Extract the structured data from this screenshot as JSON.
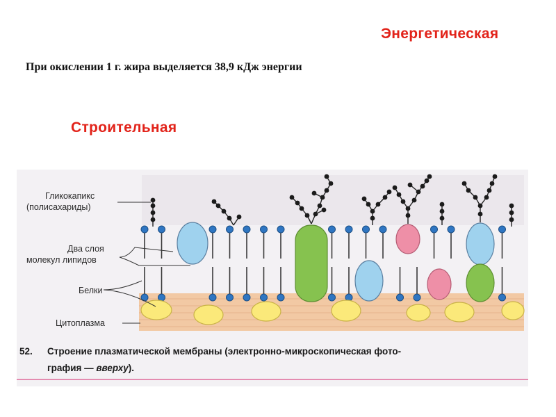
{
  "headings": {
    "energy": "Энергетическая",
    "building": "Строительная"
  },
  "fact": "При окислении 1 г. жира выделяется 38,9 кДж энергии",
  "figure": {
    "labels": {
      "glycocalyx_1": "Гликокапикс",
      "glycocalyx_2": "(полисахариды)",
      "lipids_1": "Два слоя",
      "lipids_2": "молекул липидов",
      "proteins": "Белки",
      "cytoplasm": "Цитоплазма"
    },
    "caption": {
      "number": "52.",
      "line1": "Строение плазматической мембраны (электронно-микроскопическая фото-",
      "line2_a": "графия — ",
      "line2_italic": "вверху",
      "line2_b": ")."
    },
    "colors": {
      "accent_red": "#e2231a",
      "lipid_head": "#2f76c2",
      "cytoplasm": "#f2c9a4",
      "protein_blue": "#9fd2ee",
      "protein_green": "#86c24f",
      "protein_pink": "#ee8fa7",
      "protein_yellow": "#fbe97a",
      "caption_rule": "#e06a9a"
    }
  }
}
